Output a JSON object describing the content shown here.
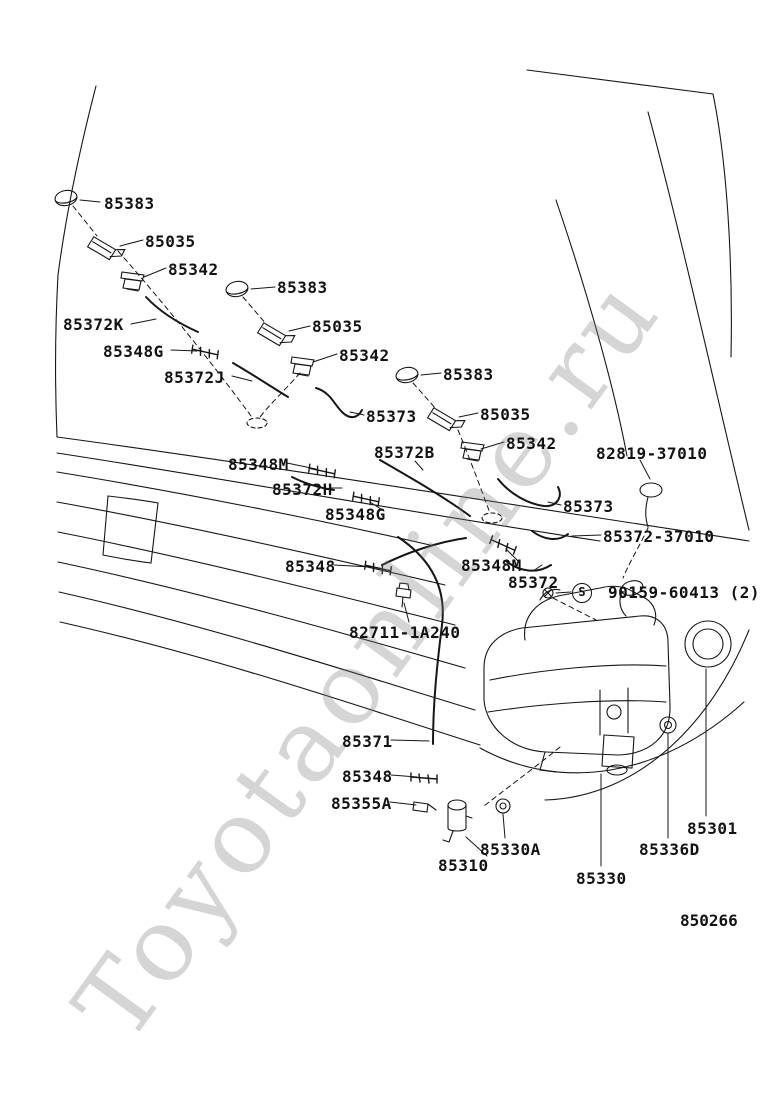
{
  "watermark": "Toyotaonline.ru",
  "diagram_id": "850266",
  "screw_symbol": "S",
  "labels": [
    {
      "text": "85383"
    },
    {
      "text": "85035"
    },
    {
      "text": "85342"
    },
    {
      "text": "85383"
    },
    {
      "text": "85372K"
    },
    {
      "text": "85035"
    },
    {
      "text": "85348G"
    },
    {
      "text": "85342"
    },
    {
      "text": "85372J"
    },
    {
      "text": "85383"
    },
    {
      "text": "85373"
    },
    {
      "text": "85035"
    },
    {
      "text": "85348M"
    },
    {
      "text": "85372B"
    },
    {
      "text": "85342"
    },
    {
      "text": "82819-37010"
    },
    {
      "text": "85372H"
    },
    {
      "text": "85373"
    },
    {
      "text": "85348G"
    },
    {
      "text": "85372-37010"
    },
    {
      "text": "85348"
    },
    {
      "text": "85348M"
    },
    {
      "text": "85372"
    },
    {
      "text": "90159-60413 (2)"
    },
    {
      "text": "82711-1A240"
    },
    {
      "text": "85371"
    },
    {
      "text": "85348"
    },
    {
      "text": "85355A"
    },
    {
      "text": "85330A"
    },
    {
      "text": "85310"
    },
    {
      "text": "85336D"
    },
    {
      "text": "85301"
    },
    {
      "text": "85330"
    }
  ]
}
